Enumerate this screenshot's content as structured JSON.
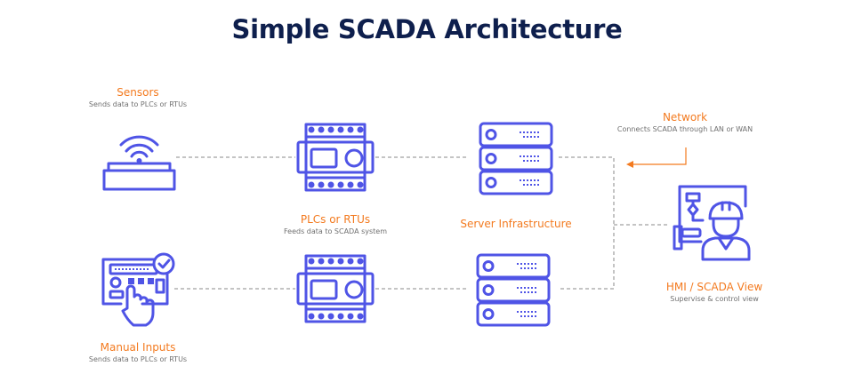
{
  "title": "Simple SCADA Architecture",
  "nodes": {
    "sensors": {
      "label": "Sensors",
      "desc": "Sends data to PLCs or RTUs",
      "icon": "wifi-sensor-icon"
    },
    "manual_inputs": {
      "label": "Manual Inputs",
      "desc": "Sends data to PLCs or RTUs",
      "icon": "keypad-touch-icon"
    },
    "plcs": {
      "label": "PLCs or RTUs",
      "desc": "Feeds data to SCADA system",
      "icon": "plc-module-icon"
    },
    "servers": {
      "label": "Server Infrastructure",
      "icon": "server-rack-icon"
    },
    "network": {
      "label": "Network",
      "desc": "Connects SCADA through LAN or WAN"
    },
    "hmi": {
      "label": "HMI / SCADA View",
      "desc": "Supervise & control view",
      "icon": "hmi-operator-icon"
    }
  },
  "colors": {
    "title": "#0e1f4d",
    "accent": "#f37a1f",
    "icon": "#4f54e6",
    "wire": "#8a8a8a"
  }
}
